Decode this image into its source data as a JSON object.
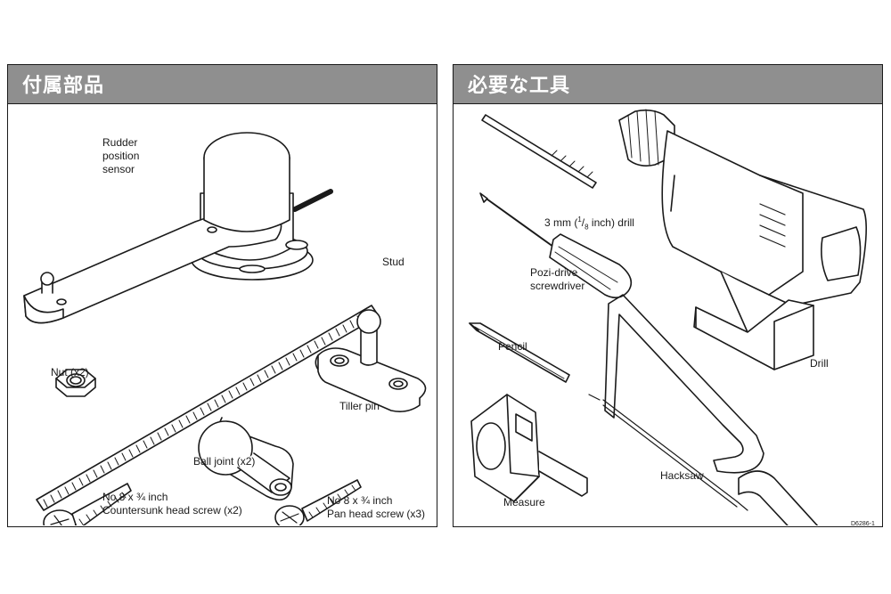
{
  "left_panel": {
    "title": "付属部品",
    "parts": {
      "rudder_sensor": "Rudder position sensor",
      "rudder_sensor_lines": [
        "Rudder",
        "position",
        "sensor"
      ],
      "stud": "Stud",
      "nut": "Nut (x2)",
      "tiller_pin": "Tiller pin",
      "ball_joint": "Ball joint (x2)",
      "countersunk_screw_line1": "No 8 x ¾ inch",
      "countersunk_screw_line2": "Countersunk head screw (x2)",
      "pan_screw_line1": "No 8 x ¾ inch",
      "pan_screw_line2": "Pan head screw (x3)"
    }
  },
  "right_panel": {
    "title": "必要な工具",
    "tools": {
      "drill_bit_prefix": "3 mm (",
      "drill_bit_num": "1",
      "drill_bit_den": "8",
      "drill_bit_suffix": " inch) drill",
      "screwdriver_line1": "Pozi-drive",
      "screwdriver_line2": "screwdriver",
      "drill": "Drill",
      "pencil": "Pencil",
      "hacksaw": "Hacksaw",
      "measure": "Measure"
    },
    "reference": "D6286-1"
  },
  "colors": {
    "header_bg": "#8f8f8f",
    "header_text": "#ffffff",
    "line": "#1a1a1a",
    "fill": "#ffffff"
  }
}
